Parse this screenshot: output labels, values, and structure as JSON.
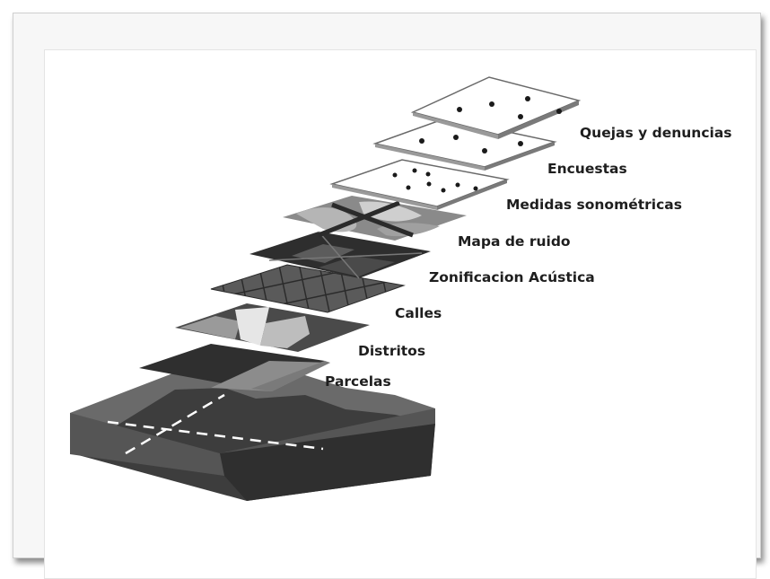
{
  "diagram": {
    "layers": [
      {
        "id": "quejas",
        "label": "Quejas y denuncias"
      },
      {
        "id": "encuestas",
        "label": "Encuestas"
      },
      {
        "id": "medidas",
        "label": "Medidas sonométricas"
      },
      {
        "id": "mapa",
        "label": "Mapa de ruido"
      },
      {
        "id": "zonificacion",
        "label": "Zonificacion Acústica"
      },
      {
        "id": "calles",
        "label": "Calles"
      },
      {
        "id": "distritos",
        "label": "Distritos"
      },
      {
        "id": "parcelas",
        "label": "Parcelas"
      }
    ]
  }
}
